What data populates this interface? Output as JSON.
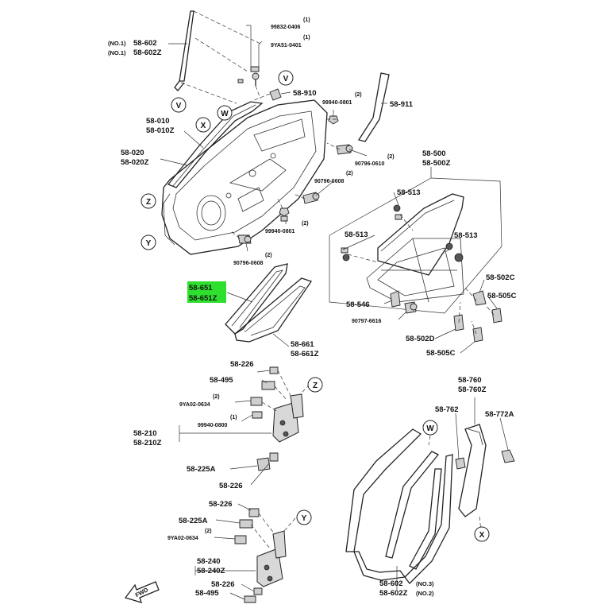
{
  "callouts": {
    "v": "V",
    "w": "W",
    "x": "X",
    "y": "Y",
    "z": "Z",
    "v2": "V",
    "w2": "W",
    "x2": "X",
    "y2": "Y",
    "z2": "Z"
  },
  "labels": {
    "no1": "(NO.1)",
    "p58_602": "58-602",
    "p58_602z": "58-602Z",
    "p99832": "99832-0406",
    "p99832_qty": "(1)",
    "p9ya51": "9YA51-0401",
    "p9ya51_qty": "(1)",
    "p58_910": "58-910",
    "p99940a": "99940-0801",
    "p99940a_qty": "(2)",
    "p58_911": "58-911",
    "p58_010": "58-010",
    "p58_010z": "58-010Z",
    "p58_020": "58-020",
    "p58_020z": "58-020Z",
    "p90796a": "90796-0610",
    "p90796a_qty": "(2)",
    "p90796b": "90796-0608",
    "p90796b_qty": "(2)",
    "p99940b": "99940-0801",
    "p99940b_qty": "(2)",
    "p90796c": "90796-0608",
    "p90796c_qty": "(2)",
    "p58_500": "58-500",
    "p58_500z": "58-500Z",
    "p58_513a": "58-513",
    "p58_513b": "58-513",
    "p58_513c": "58-513",
    "p58_502c": "58-502C",
    "p58_505c": "58-505C",
    "p58_546": "58-546",
    "p90797": "90797-6616",
    "p58_502d": "58-502D",
    "p58_505c2": "58-505C",
    "p58_651": "58-651",
    "p58_651z": "58-651Z",
    "p58_661": "58-661",
    "p58_661z": "58-661Z",
    "p58_226a": "58-226",
    "p58_495a": "58-495",
    "p9ya02a": "9YA02-0634",
    "p9ya02a_qty": "(2)",
    "p99940c": "99940-0800",
    "p99940c_qty": "(1)",
    "p58_210": "58-210",
    "p58_210z": "58-210Z",
    "p58_225a": "58-225A",
    "p58_226b": "58-226",
    "p58_226c": "58-226",
    "p58_225a2": "58-225A",
    "p9ya02b": "9YA02-0634",
    "p9ya02b_qty": "(2)",
    "p58_240": "58-240",
    "p58_240z": "58-240Z",
    "p58_226d": "58-226",
    "p58_495b": "58-495",
    "p58_760": "58-760",
    "p58_760z": "58-760Z",
    "p58_762": "58-762",
    "p58_772a": "58-772A",
    "p58_602b": "58-602",
    "p58_602zb": "58-602Z",
    "no3": "(NO.3)",
    "no2": "(NO.2)",
    "fwd": "FWD"
  },
  "highlight_color": "#2ee02e"
}
